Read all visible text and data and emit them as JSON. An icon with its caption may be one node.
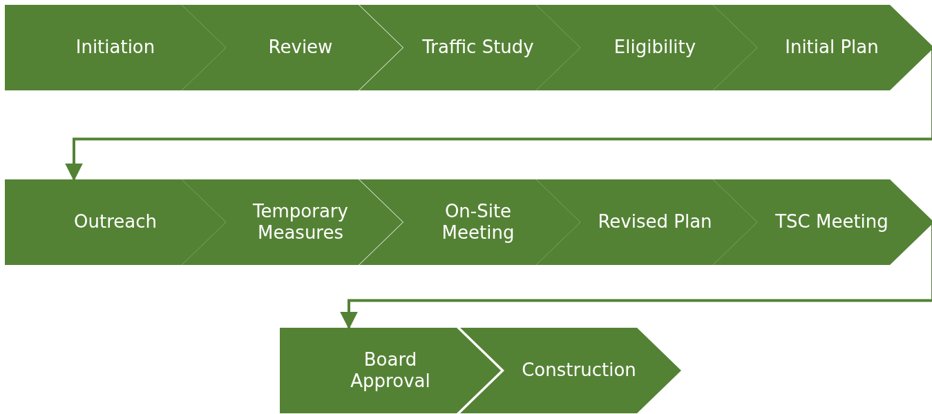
{
  "diagram": {
    "nodes": [
      {
        "text": [
          "Initiation"
        ]
      },
      {
        "text": [
          "Review"
        ]
      },
      {
        "text": [
          "Traffic Study"
        ]
      },
      {
        "text": [
          "Eligibility"
        ]
      },
      {
        "text": [
          "Initial Plan"
        ]
      },
      {
        "text": [
          "Outreach"
        ]
      },
      {
        "text": [
          "Temporary Measures"
        ]
      },
      {
        "text": [
          "On-Site Meeting"
        ]
      },
      {
        "text": [
          "Revised Plan"
        ]
      },
      {
        "text": [
          "TSC Meeting"
        ]
      },
      {
        "text": [
          "Board Approval"
        ]
      },
      {
        "text": [
          "Construction"
        ]
      }
    ],
    "edges": [
      {
        "from": 4,
        "to": 5,
        "arrow": "to"
      },
      {
        "from": 9,
        "to": 10,
        "arrow": "to"
      }
    ]
  }
}
